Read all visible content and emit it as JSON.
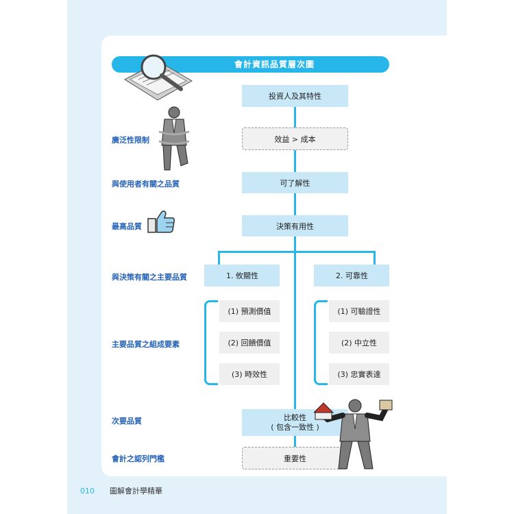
{
  "title": "會計資訊品質層次圖",
  "footer": {
    "page_number": "010",
    "book_title": "圖解會計學精華"
  },
  "left_labels": {
    "pervasive_constraint": "廣泛性限制",
    "user_specific": "與使用者有關之品質",
    "highest_quality": "最高品質",
    "primary_decision": "與決策有關之主要品質",
    "components": "主要品質之組成要素",
    "secondary": "次要品質",
    "threshold": "會計之認列門檻"
  },
  "boxes": {
    "investors": "投資人及其特性",
    "benefit_cost": "效益 > 成本",
    "understandability": "可了解性",
    "decision_usefulness": "決策有用性",
    "relevance": "1. 攸關性",
    "reliability": "2. 可靠性",
    "predictive": "(1) 預測價值",
    "feedback": "(2) 回饋價值",
    "timeliness": "(3) 時效性",
    "verifiability": "(1) 可驗證性",
    "neutrality": "(2) 中立性",
    "faithful": "(3) 忠實表達",
    "comparability": "比較性",
    "comparability_note": "( 包含一致性 )",
    "materiality": "重要性"
  },
  "colors": {
    "accent": "#27b6ea",
    "box": "#c8e8f8",
    "label": "#2563b8",
    "page_bg": "#e3f1fb"
  }
}
